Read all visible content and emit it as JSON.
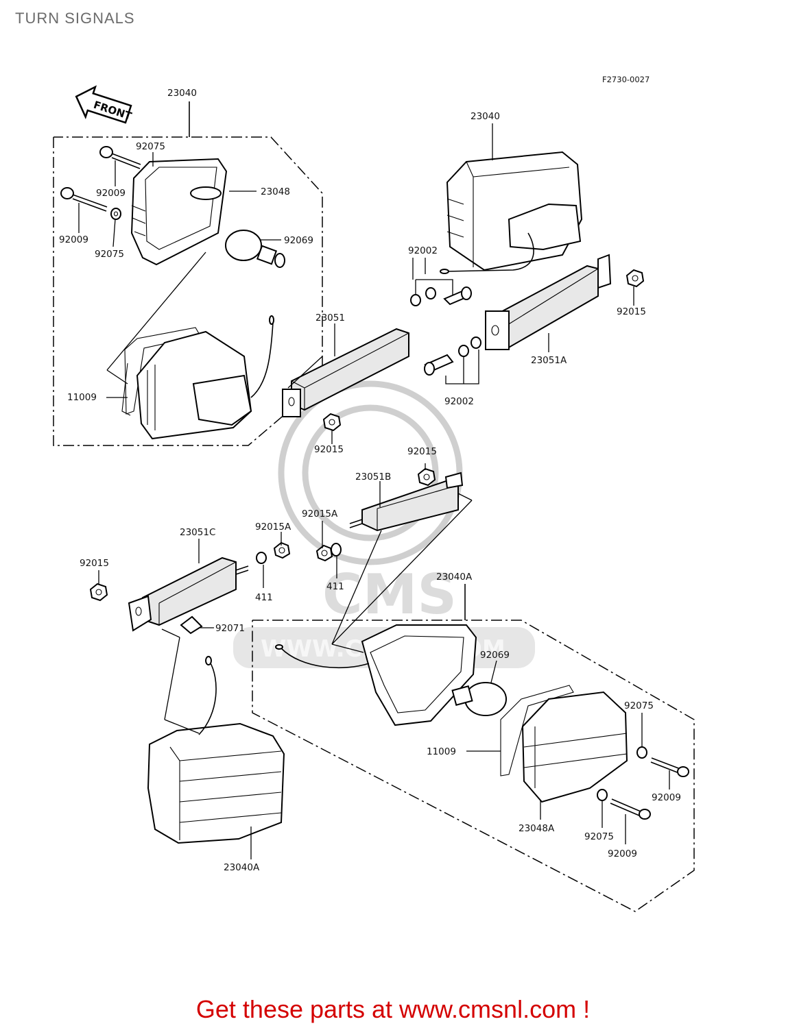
{
  "title": "TURN SIGNALS",
  "figure_code": "F2730-0027",
  "front_arrow_text": "FRONT",
  "watermark": {
    "logo_text": "CMS",
    "url_text": "WWW.CMSNL.COM"
  },
  "labels": {
    "l_23040_top": "23040",
    "l_92075_a": "92075",
    "l_92009_a": "92009",
    "l_23048": "23048",
    "l_92009_b": "92009",
    "l_92075_b": "92075",
    "l_92069_top": "92069",
    "l_23051": "23051",
    "l_11009_left": "11009",
    "l_92015_mid": "92015",
    "l_23040_right": "23040",
    "l_92002_top": "92002",
    "l_92015_right": "92015",
    "l_23051a": "23051A",
    "l_92002_bot": "92002",
    "l_92015_c": "92015",
    "l_23051b": "23051B",
    "l_92015a_a": "92015A",
    "l_92015a_b": "92015A",
    "l_23051c": "23051C",
    "l_92015_left": "92015",
    "l_411_a": "411",
    "l_411_b": "411",
    "l_23040a_mid": "23040A",
    "l_92071": "92071",
    "l_92069_bot": "92069",
    "l_92075_c": "92075",
    "l_11009_right": "11009",
    "l_92009_c": "92009",
    "l_23048a": "23048A",
    "l_92075_d": "92075",
    "l_92009_d": "92009",
    "l_23040a_bot": "23040A"
  },
  "footer": "Get these parts at www.cmsnl.com !"
}
